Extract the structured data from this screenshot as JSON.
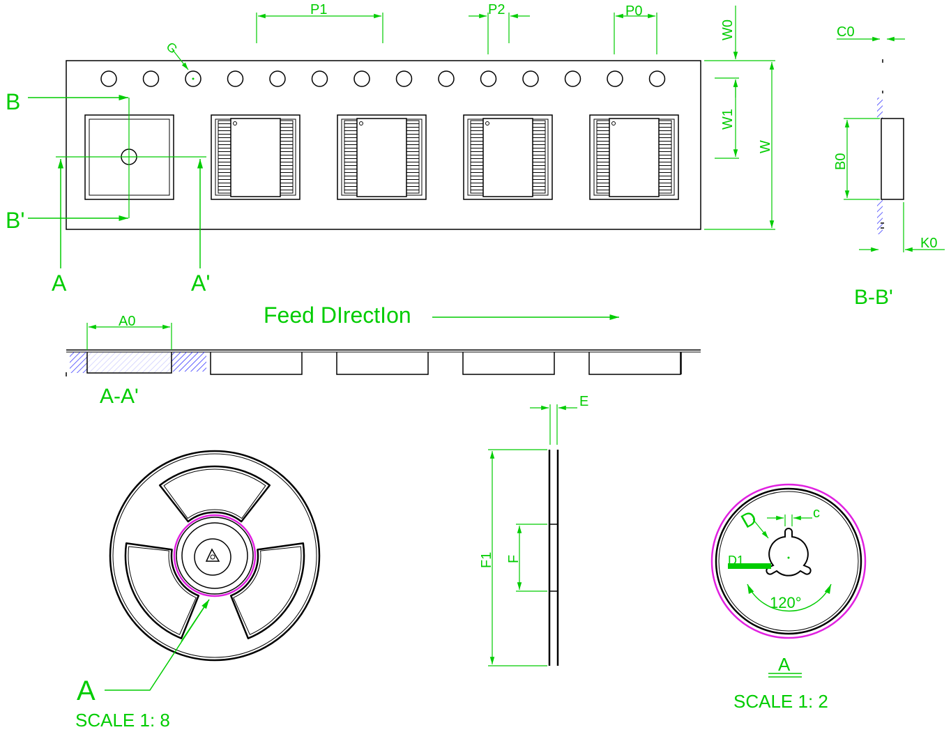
{
  "dimension_labels": {
    "P1": "P1",
    "P2": "P2",
    "P0": "P0",
    "W0": "W0",
    "W1": "W1",
    "W": "W",
    "C0": "C0",
    "B0": "B0",
    "K0": "K0",
    "G": "G",
    "A0": "A0",
    "E": "E",
    "F1": "F1",
    "F": "F",
    "D": "D",
    "D1": "D1",
    "c": "c",
    "angle": "120°"
  },
  "section_labels": {
    "B": "B",
    "B_prime": "B'",
    "A": "A",
    "A_prime": "A'",
    "view_BB": "B-B'",
    "view_AA": "A-A'"
  },
  "feed_direction": "Feed DIrectIon",
  "reel": {
    "detail_callout": "A",
    "scale": "SCALE 1: 8"
  },
  "detail": {
    "title": "A",
    "scale": "SCALE 1: 2"
  },
  "colors": {
    "dimension": "#00cc00",
    "outline": "#000000",
    "highlight": "#e020e0",
    "hatch": "#3030ff",
    "header_text": "#ff2020"
  }
}
